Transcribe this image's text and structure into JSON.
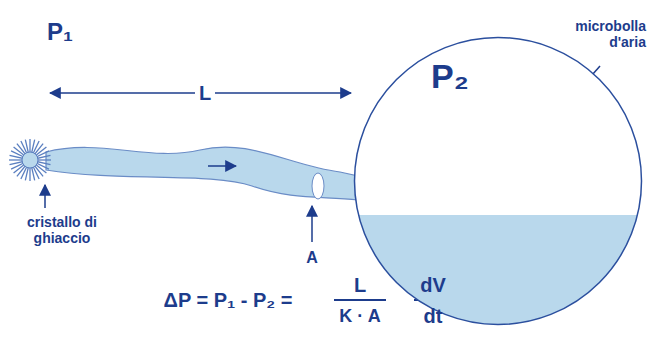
{
  "diagram": {
    "nodes": [
      {
        "text": [
          "P₂"
        ]
      }
    ],
    "labels": [
      "P₁",
      "L",
      "microbolla d'aria",
      "cristallo di ghiaccio",
      "A",
      "ΔP = P₁ - P₂ =",
      "L",
      "K · A",
      "dV",
      "dt"
    ]
  }
}
